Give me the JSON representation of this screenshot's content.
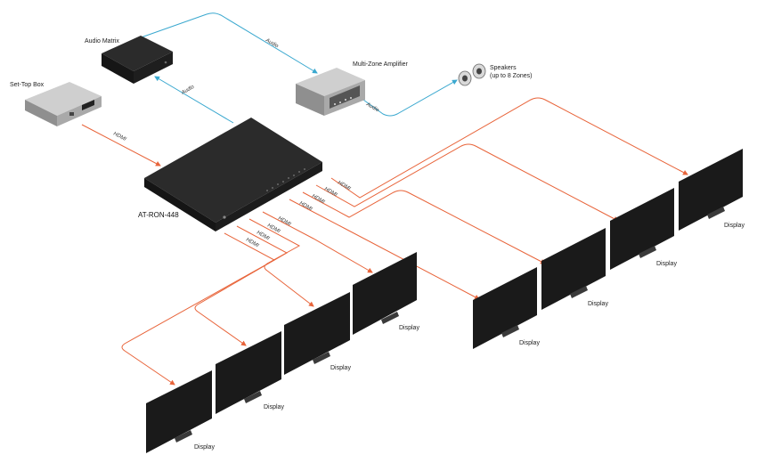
{
  "labels": {
    "audio_matrix": "Audio Matrix",
    "set_top_box": "Set-Top Box",
    "amplifier": "Multi-Zone Amplifier",
    "speakers_line1": "Speakers",
    "speakers_line2": "(up to 8 Zones)",
    "switcher": "AT-RON-448",
    "display": "Display"
  },
  "wires": {
    "hdmi": "HDMI",
    "audio": "Audio"
  },
  "colors": {
    "hdmi": "#e8643a",
    "audio": "#3aa8cf",
    "device": "#1d1d1d",
    "device_top": "#2b2b2b",
    "silver": "#a9a9a9",
    "silver_top": "#cfcfcf"
  }
}
